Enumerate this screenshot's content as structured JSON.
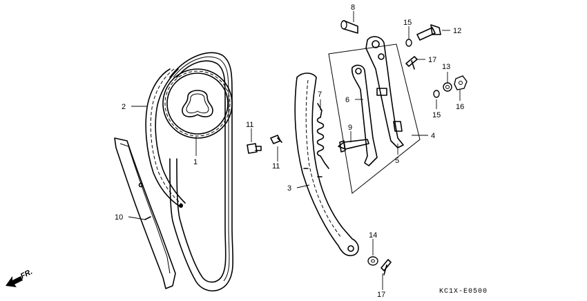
{
  "diagram": {
    "code": "KC1X-E0500",
    "direction_label": "FR."
  },
  "callouts": [
    "1",
    "2",
    "3",
    "4",
    "5",
    "6",
    "7",
    "8",
    "9",
    "10",
    "11",
    "11",
    "12",
    "13",
    "14",
    "15",
    "15",
    "16",
    "17",
    "17"
  ]
}
